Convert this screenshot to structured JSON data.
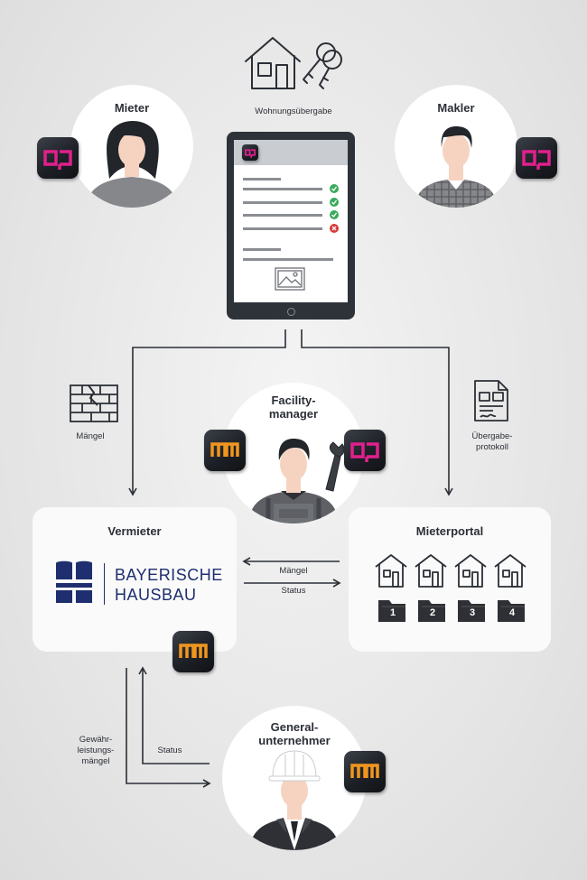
{
  "top": {
    "label": "Wohnungsübergabe"
  },
  "mieter": {
    "title": "Mieter"
  },
  "makler": {
    "title": "Makler"
  },
  "facility": {
    "title_line1": "Facility-",
    "title_line2": "manager"
  },
  "vermieter": {
    "title": "Vermieter",
    "logo_line1": "BAYERISCHE",
    "logo_line2": "HAUSBAU"
  },
  "mieterportal": {
    "title": "Mieterportal",
    "folders": [
      "1",
      "2",
      "3",
      "4"
    ]
  },
  "general": {
    "title_line1": "General-",
    "title_line2": "unternehmer"
  },
  "labels": {
    "maengel_left": "Mängel",
    "uebergabe_line1": "Übergabe-",
    "uebergabe_line2": "protokoll",
    "maengel_mid": "Mängel",
    "status_mid": "Status",
    "gewaehr_line1": "Gewähr-",
    "gewaehr_line2": "leistungs-",
    "gewaehr_line3": "mängel",
    "status_bottom": "Status"
  },
  "colors": {
    "ap_accent": "#e0208c",
    "mm_accent": "#f0961e",
    "logo_blue": "#1e2e6e",
    "check_green": "#3aaa5a",
    "cross_red": "#d83a3a"
  },
  "icons": {
    "app_ap": "ap-app-icon",
    "app_mm": "mm-app-icon"
  }
}
